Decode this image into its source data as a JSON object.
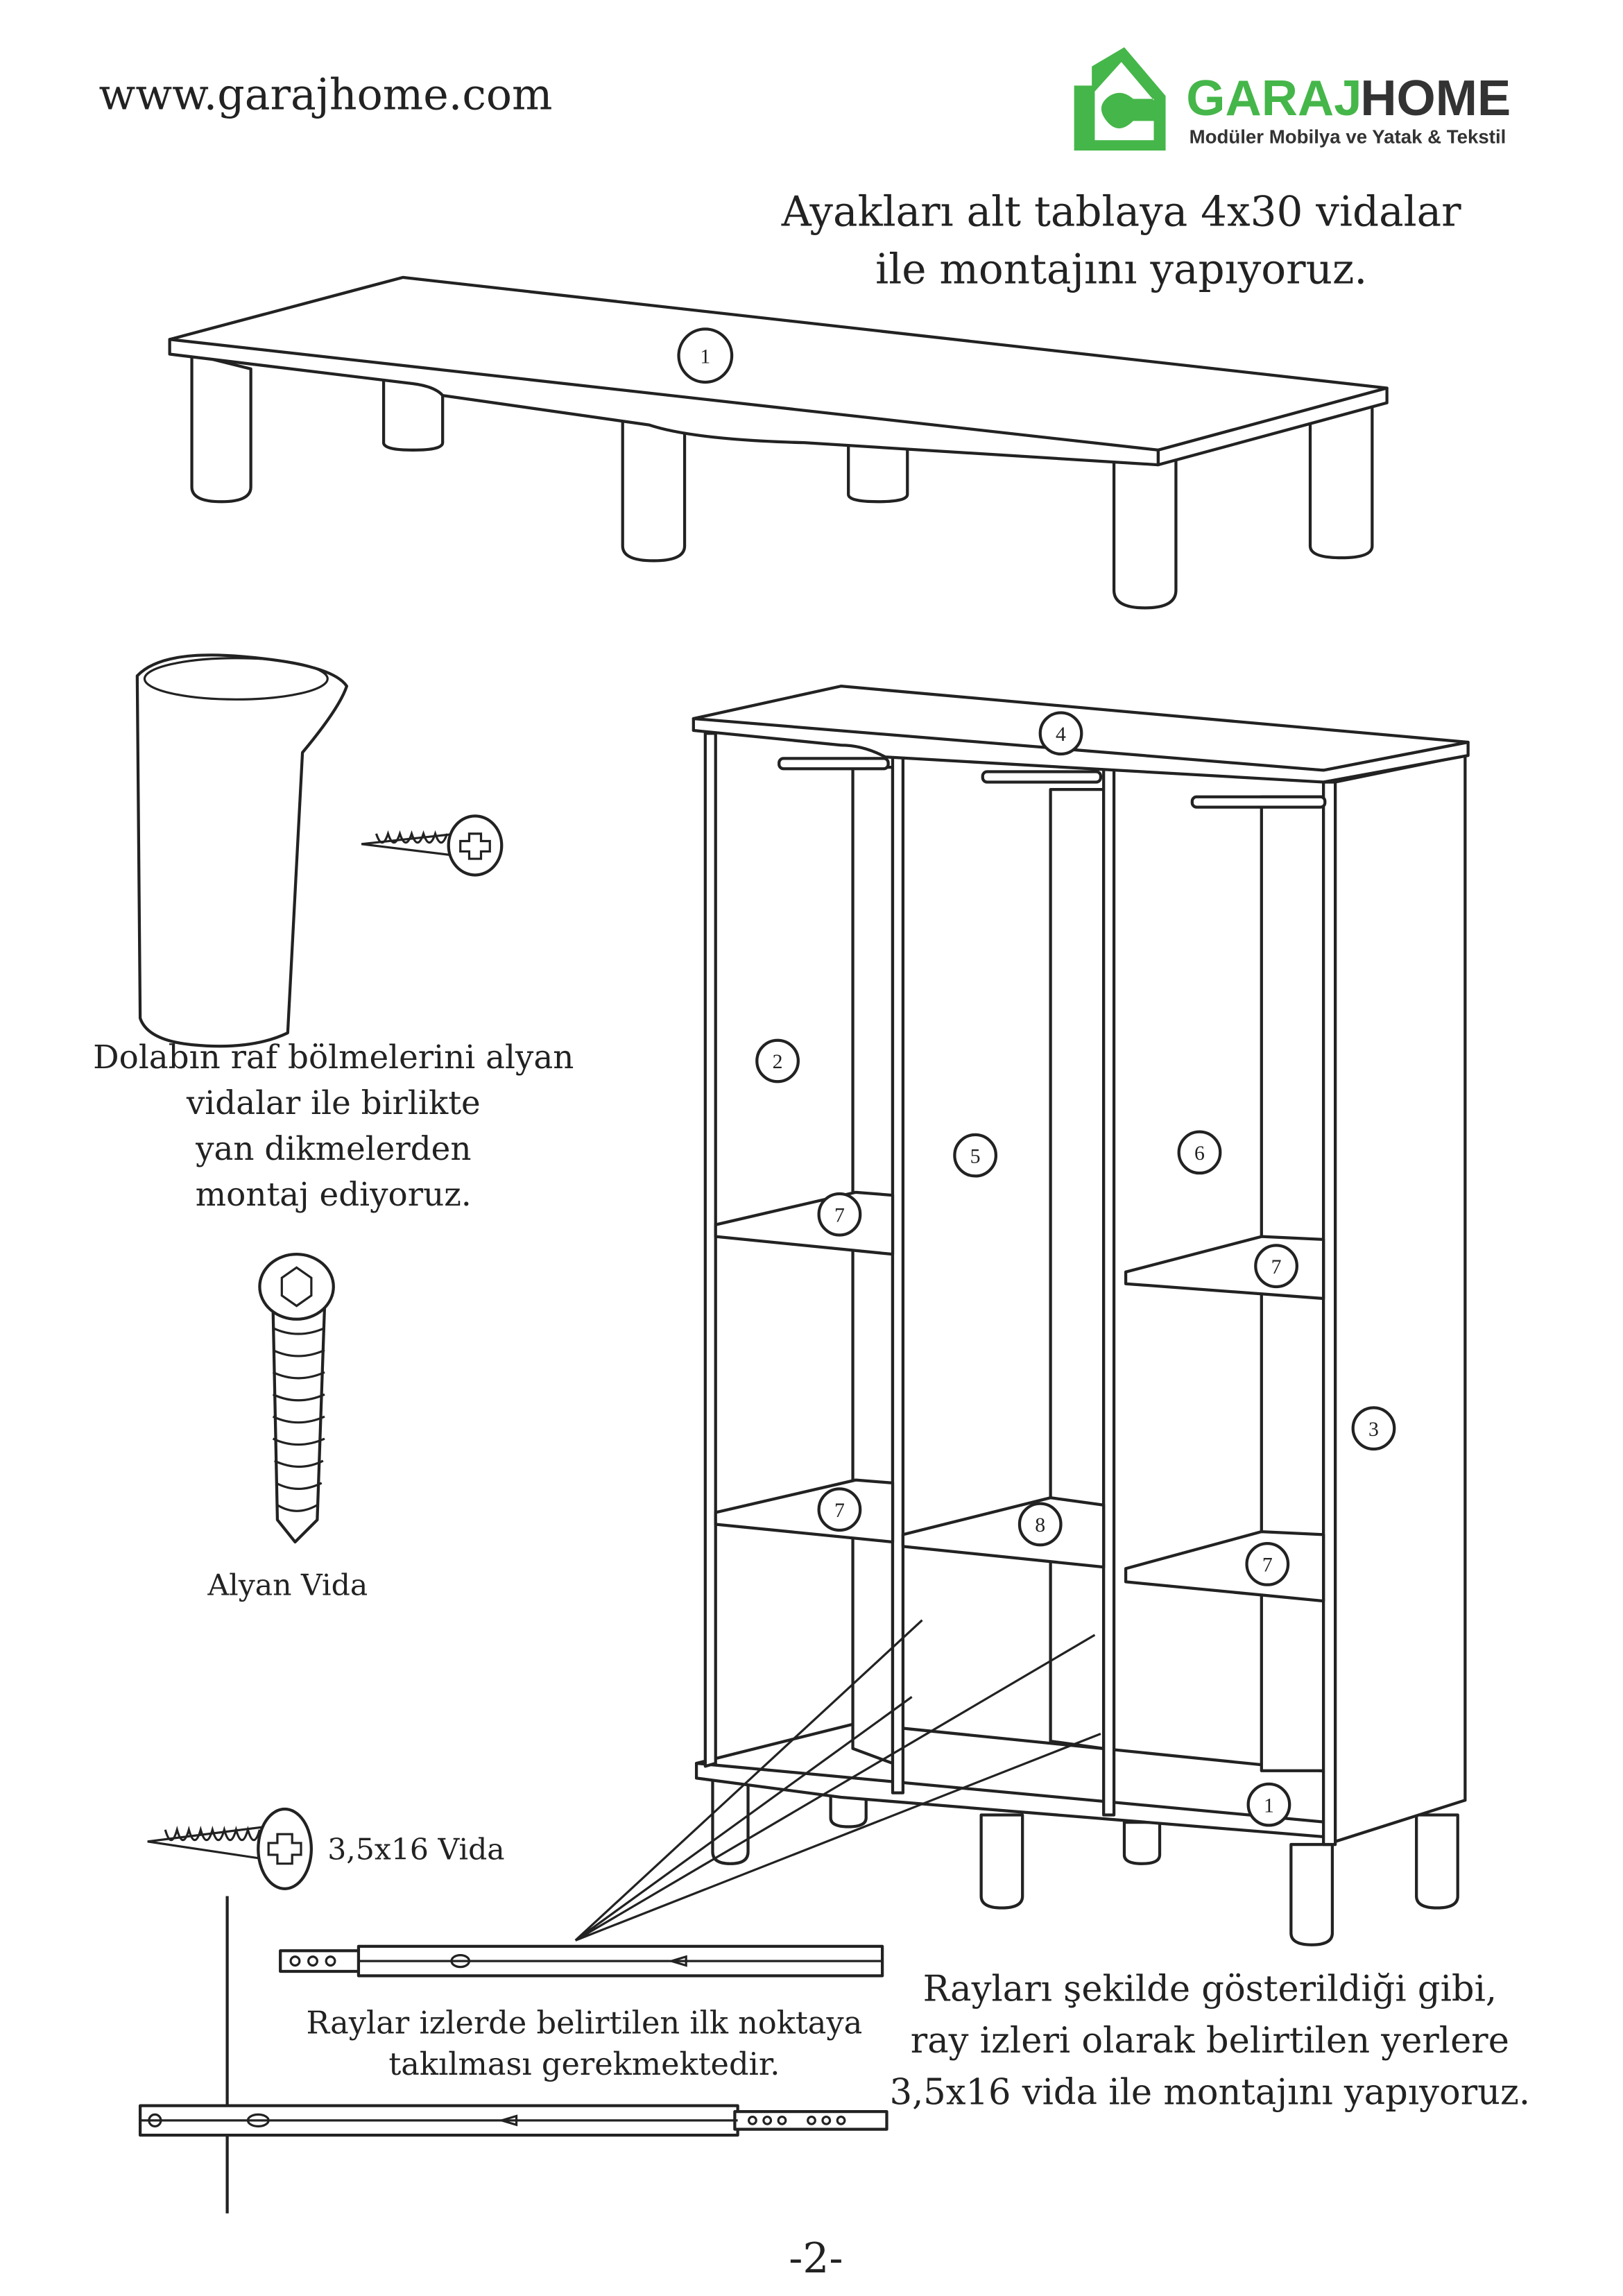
{
  "header": {
    "website": "www.garajhome.com",
    "logo": {
      "brand_green": "GARAJ",
      "brand_dark": "HOME",
      "tagline": "Modüler Mobilya ve Yatak & Tekstil",
      "green": "#45b649",
      "dark": "#333333"
    }
  },
  "step_top": {
    "line1": "Ayakları alt tablaya 4x30 vidalar",
    "line2": "ile montajını yapıyoruz."
  },
  "left_note": {
    "lines": [
      "Dolabın raf bölmelerini alyan",
      "vidalar ile birlikte",
      "yan dikmelerden",
      "montaj ediyoruz."
    ]
  },
  "alyan_label": "Alyan Vida",
  "screw_label": "3,5x16 Vida",
  "rail_note": {
    "line1": "Raylar izlerde belirtilen ilk noktaya",
    "line2": "takılması gerekmektedir."
  },
  "right_note": {
    "lines": [
      "Rayları şekilde gösterildiği gibi,",
      "ray izleri olarak belirtilen yerlere",
      "3,5x16 vida ile montajını yapıyoruz."
    ]
  },
  "parts": {
    "p1": "1",
    "p2": "2",
    "p3": "3",
    "p4": "4",
    "p5": "5",
    "p6": "6",
    "p7": "7",
    "p8": "8"
  },
  "page_number": "-2-"
}
